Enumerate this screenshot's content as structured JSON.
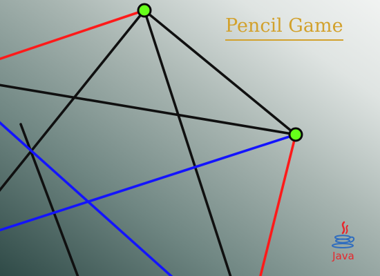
{
  "title": "Pencil Game",
  "logo": {
    "icon": "java-coffee-cup-icon",
    "label": "Java"
  },
  "colors": {
    "title": "#d2a12c",
    "black_line": "#101010",
    "red_line": "#ff1a1a",
    "blue_line": "#1414ff",
    "node_fill": "#66ff1a",
    "node_stroke": "#0a0a0a",
    "java_blue": "#2f6dbf",
    "java_red": "#e8262c"
  },
  "game": {
    "nodes": [
      {
        "id": "node-top"
      },
      {
        "id": "node-right"
      }
    ],
    "lines": [
      {
        "id": "line-red-top-left",
        "color": "red"
      },
      {
        "id": "line-black-left-right",
        "color": "black"
      },
      {
        "id": "line-black-top-down-left",
        "color": "black"
      },
      {
        "id": "line-black-top-down-right",
        "color": "black"
      },
      {
        "id": "line-black-top-right",
        "color": "black"
      },
      {
        "id": "line-black-left-edge",
        "color": "black"
      },
      {
        "id": "line-blue-upper",
        "color": "blue"
      },
      {
        "id": "line-blue-lower",
        "color": "blue"
      },
      {
        "id": "line-red-right",
        "color": "red"
      }
    ]
  }
}
